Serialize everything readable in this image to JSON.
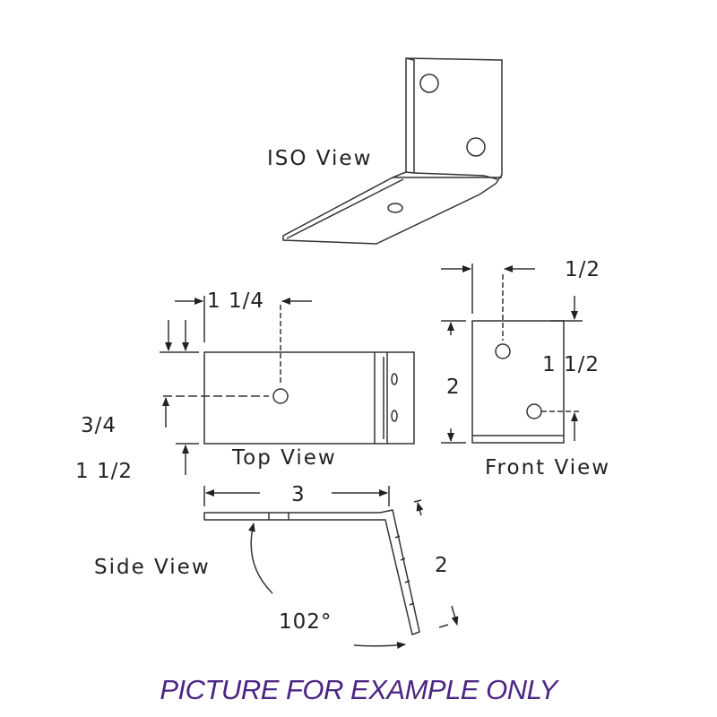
{
  "views": {
    "iso": "ISO View",
    "top": "Top View",
    "front": "Front View",
    "side": "Side View"
  },
  "dimensions": {
    "top_width": "1 1/4",
    "top_hole_offset": "3/4",
    "top_depth": "1 1/2",
    "front_hole_spacing": "1/2",
    "front_height": "2",
    "front_hole_drop": "1 1/2",
    "side_length": "3",
    "side_height": "2",
    "side_angle": "102°"
  },
  "footer": {
    "text": "PICTURE FOR EXAMPLE ONLY",
    "color": "#4a2583"
  },
  "colors": {
    "line": "#333333"
  }
}
